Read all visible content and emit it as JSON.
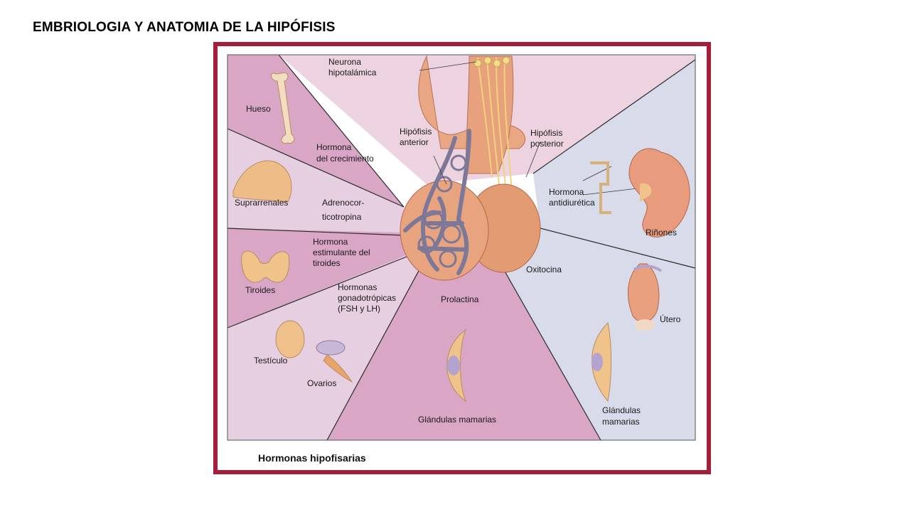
{
  "slide": {
    "title": "EMBRIOLOGIA Y ANATOMIA DE LA HIPÓFISIS"
  },
  "figure": {
    "caption": "Hormonas hipofisarias",
    "colors": {
      "frame": "#a31f3a",
      "panel_pink": "#d9a6c6",
      "panel_lilac": "#e6cfe0",
      "panel_blue": "#d7dbea",
      "gland": "#e4a27a",
      "vessels": "#7d7898"
    },
    "labels": {
      "neurona": [
        "Neurona",
        "hipotalámica"
      ],
      "hip_anterior": [
        "Hipófisis",
        "anterior"
      ],
      "hip_posterior": [
        "Hipófisis",
        "posterior"
      ],
      "hueso": "Hueso",
      "hormona_crecimiento": [
        "Hormona",
        "del crecimiento"
      ],
      "suprarrenales": "Suprarrenales",
      "adrenocorticotropina": [
        "Adrenocor-",
        "ticotropina"
      ],
      "hormona_tiroides": [
        "Hormona",
        "estimulante del",
        "tiroides"
      ],
      "tiroides": "Tiroides",
      "gonadotropicas": [
        "Hormonas",
        "gonadotrópicas",
        "(FSH y LH)"
      ],
      "prolactina": "Prolactina",
      "testiculo": "Testículo",
      "ovarios": "Ovarios",
      "glandulas_centro": "Glándulas mamarias",
      "hormona_antidiuretica": [
        "Hormona",
        "antidiurética"
      ],
      "rinones": "Riñones",
      "oxitocina": "Oxitocina",
      "utero": "Útero",
      "glandulas_derecha": [
        "Glándulas",
        "mamarias"
      ]
    }
  }
}
